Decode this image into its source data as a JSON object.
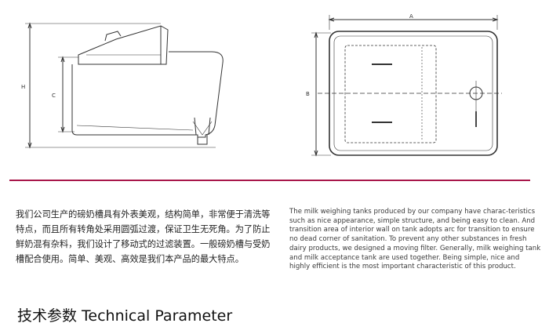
{
  "diagram": {
    "left_labels": {
      "H": "H",
      "C": "C"
    },
    "right_labels": {
      "A": "A",
      "B": "B"
    }
  },
  "description": {
    "cn": "我们公司生产的磅奶槽具有外表美观，结构简单，非常便于清洗等特点，而且所有转角处采用圆弧过渡，保证卫生无死角。为了防止鲜奶混有杂料，我们设计了移动式的过滤装置。一般磅奶槽与受奶槽配合使用。简单、美观、高效是我们本产品的最大特点。",
    "en": "The milk weighing tanks produced by our company have charac-teristics such as nice appearance, simple structure, and being easy to clean. And transition area of interior wall on tank adopts arc for transition to ensure no dead corner of sanitation. To prevent any other substances in fresh dairy products, we designed a moving filter. Generally, milk weighing tank and milk acceptance tank are used together. Being simple, nice and highly efficient is the most important characteristic of this product."
  },
  "section_title": "技术参数 Technical Parameter",
  "colors": {
    "divider": "#a8174a",
    "line": "#333333"
  }
}
